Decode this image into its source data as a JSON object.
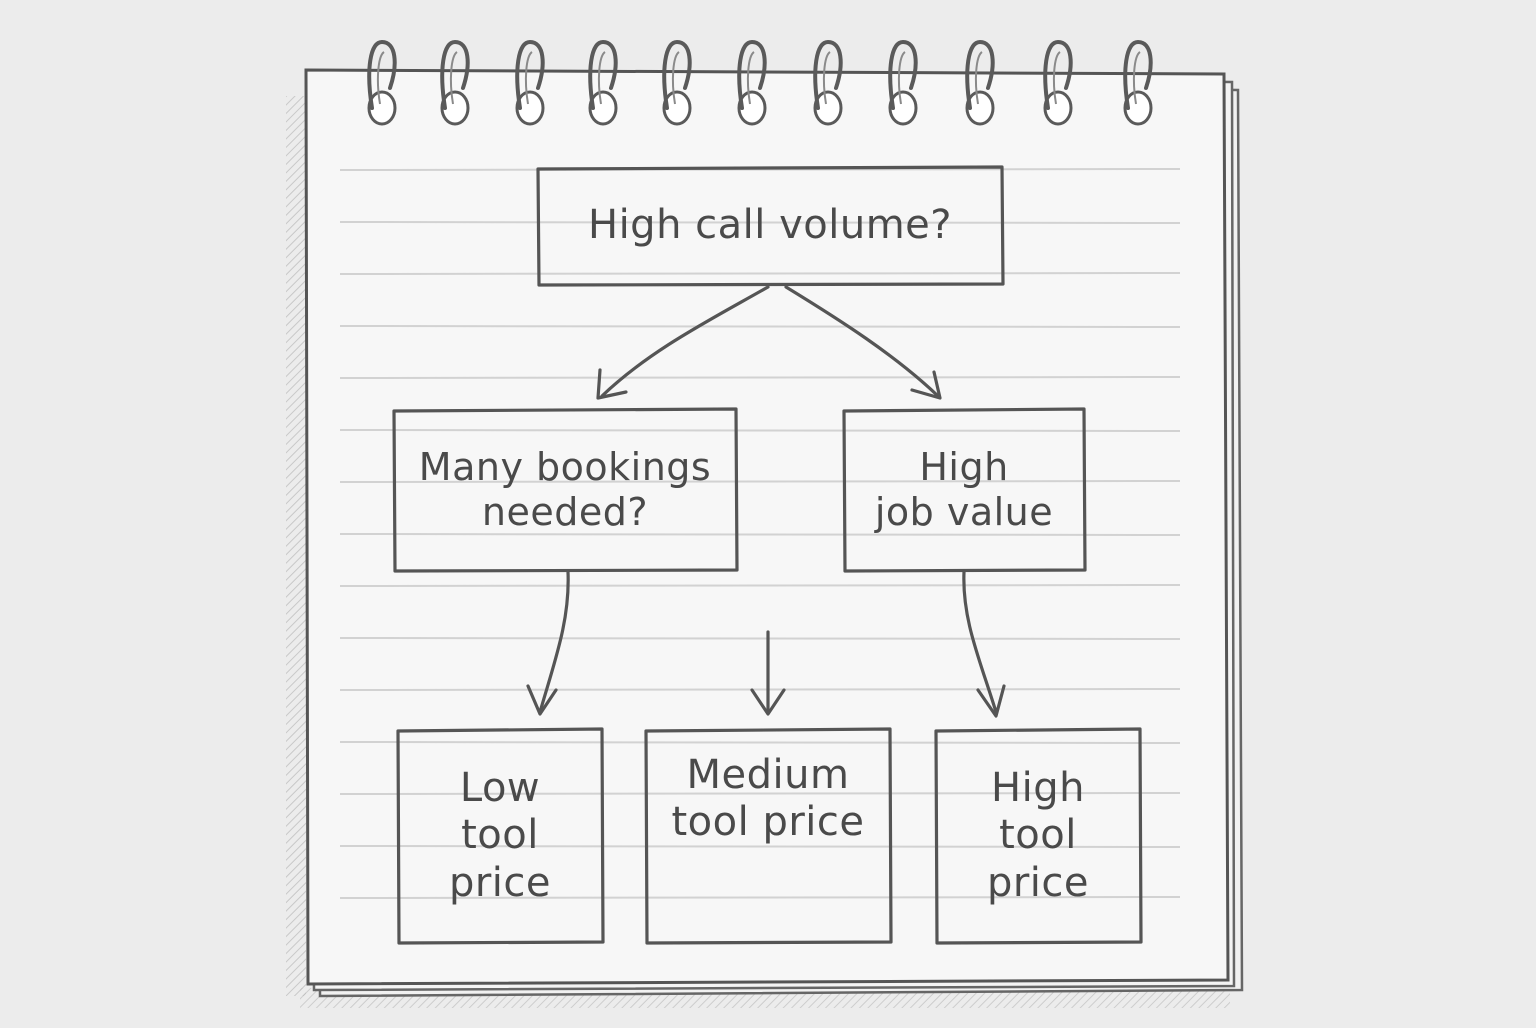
{
  "diagram": {
    "type": "decision-tree",
    "colors": {
      "paper": "#f7f7f7",
      "background": "#ececec",
      "ink": "#555555",
      "rule": "#d2d2d2"
    },
    "nodes": {
      "root": {
        "lines": [
          "High call volume?"
        ]
      },
      "left_question": {
        "lines": [
          "Many bookings",
          "needed?"
        ]
      },
      "right_question": {
        "lines": [
          "High",
          "job value"
        ]
      },
      "leaf_low": {
        "lines": [
          "Low",
          "tool",
          "price"
        ]
      },
      "leaf_medium": {
        "lines": [
          "Medium",
          "tool price"
        ]
      },
      "leaf_high": {
        "lines": [
          "High",
          "tool",
          "price"
        ]
      }
    },
    "edges": [
      {
        "from": "root",
        "to": "left_question"
      },
      {
        "from": "root",
        "to": "right_question"
      },
      {
        "from": "left_question",
        "to": "leaf_low"
      },
      {
        "from": "none",
        "to": "leaf_medium"
      },
      {
        "from": "right_question",
        "to": "leaf_high"
      }
    ]
  }
}
